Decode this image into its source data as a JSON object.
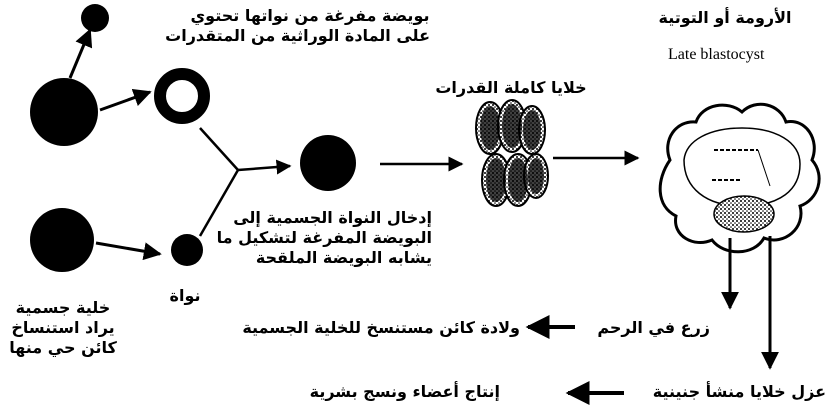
{
  "labels": {
    "enucleated_egg": [
      "بويضة مفرغة من نواتها تحتوي",
      "على المادة الوراثية من المتقدرات"
    ],
    "blastocyst_ar": "الأرومة أو التوتية",
    "blastocyst_en": "Late blastocyst",
    "totipotent": "خلايا كاملة القدرات",
    "nucleus_transfer": [
      "إدخال النواة الجسمية إلى",
      "البويضة المفرغة لتشكيل ما",
      "يشابه البويضة الملقحة"
    ],
    "nucleus": "نواة",
    "somatic_cell": [
      "خلية جسمية",
      "يراد استنساخ",
      "كائن حي منها"
    ],
    "implant_uterus": "زرع في الرحم",
    "birth_clone": "ولادة كائن مستنسخ للخلية الجسمية",
    "isolate_stem": "عزل خلايا منشأ جنينية",
    "produce_organs": "إنتاج أعضاء ونسج بشرية"
  },
  "colors": {
    "ink": "#000000",
    "paper": "#ffffff"
  }
}
